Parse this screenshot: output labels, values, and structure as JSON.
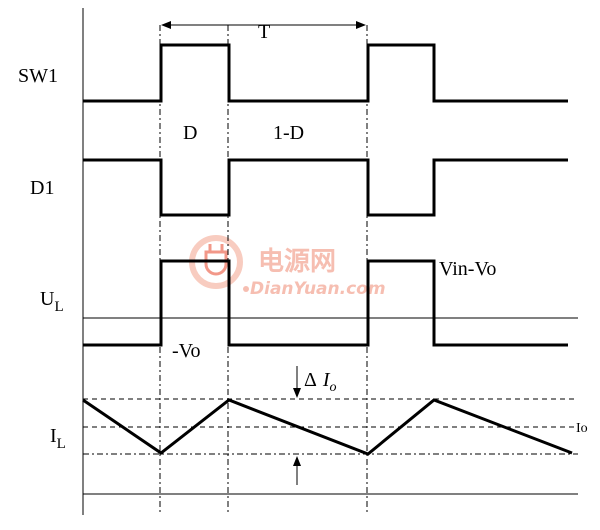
{
  "period_label": "T",
  "signals": {
    "sw1": "SW1",
    "d1": "D1",
    "ul_main": "U",
    "ul_sub": "L",
    "il_main": "I",
    "il_sub": "L"
  },
  "duty": {
    "on": "D",
    "off": "1-D"
  },
  "inductor_voltage": {
    "high": "Vin-Vo",
    "low": "-Vo"
  },
  "ripple": {
    "delta": "Δ",
    "symbol": "I",
    "sub": "o",
    "avg": "Io"
  },
  "watermark": {
    "cn": "电源网",
    "site": "DianYuan.com",
    "color": "#e8442a"
  }
}
